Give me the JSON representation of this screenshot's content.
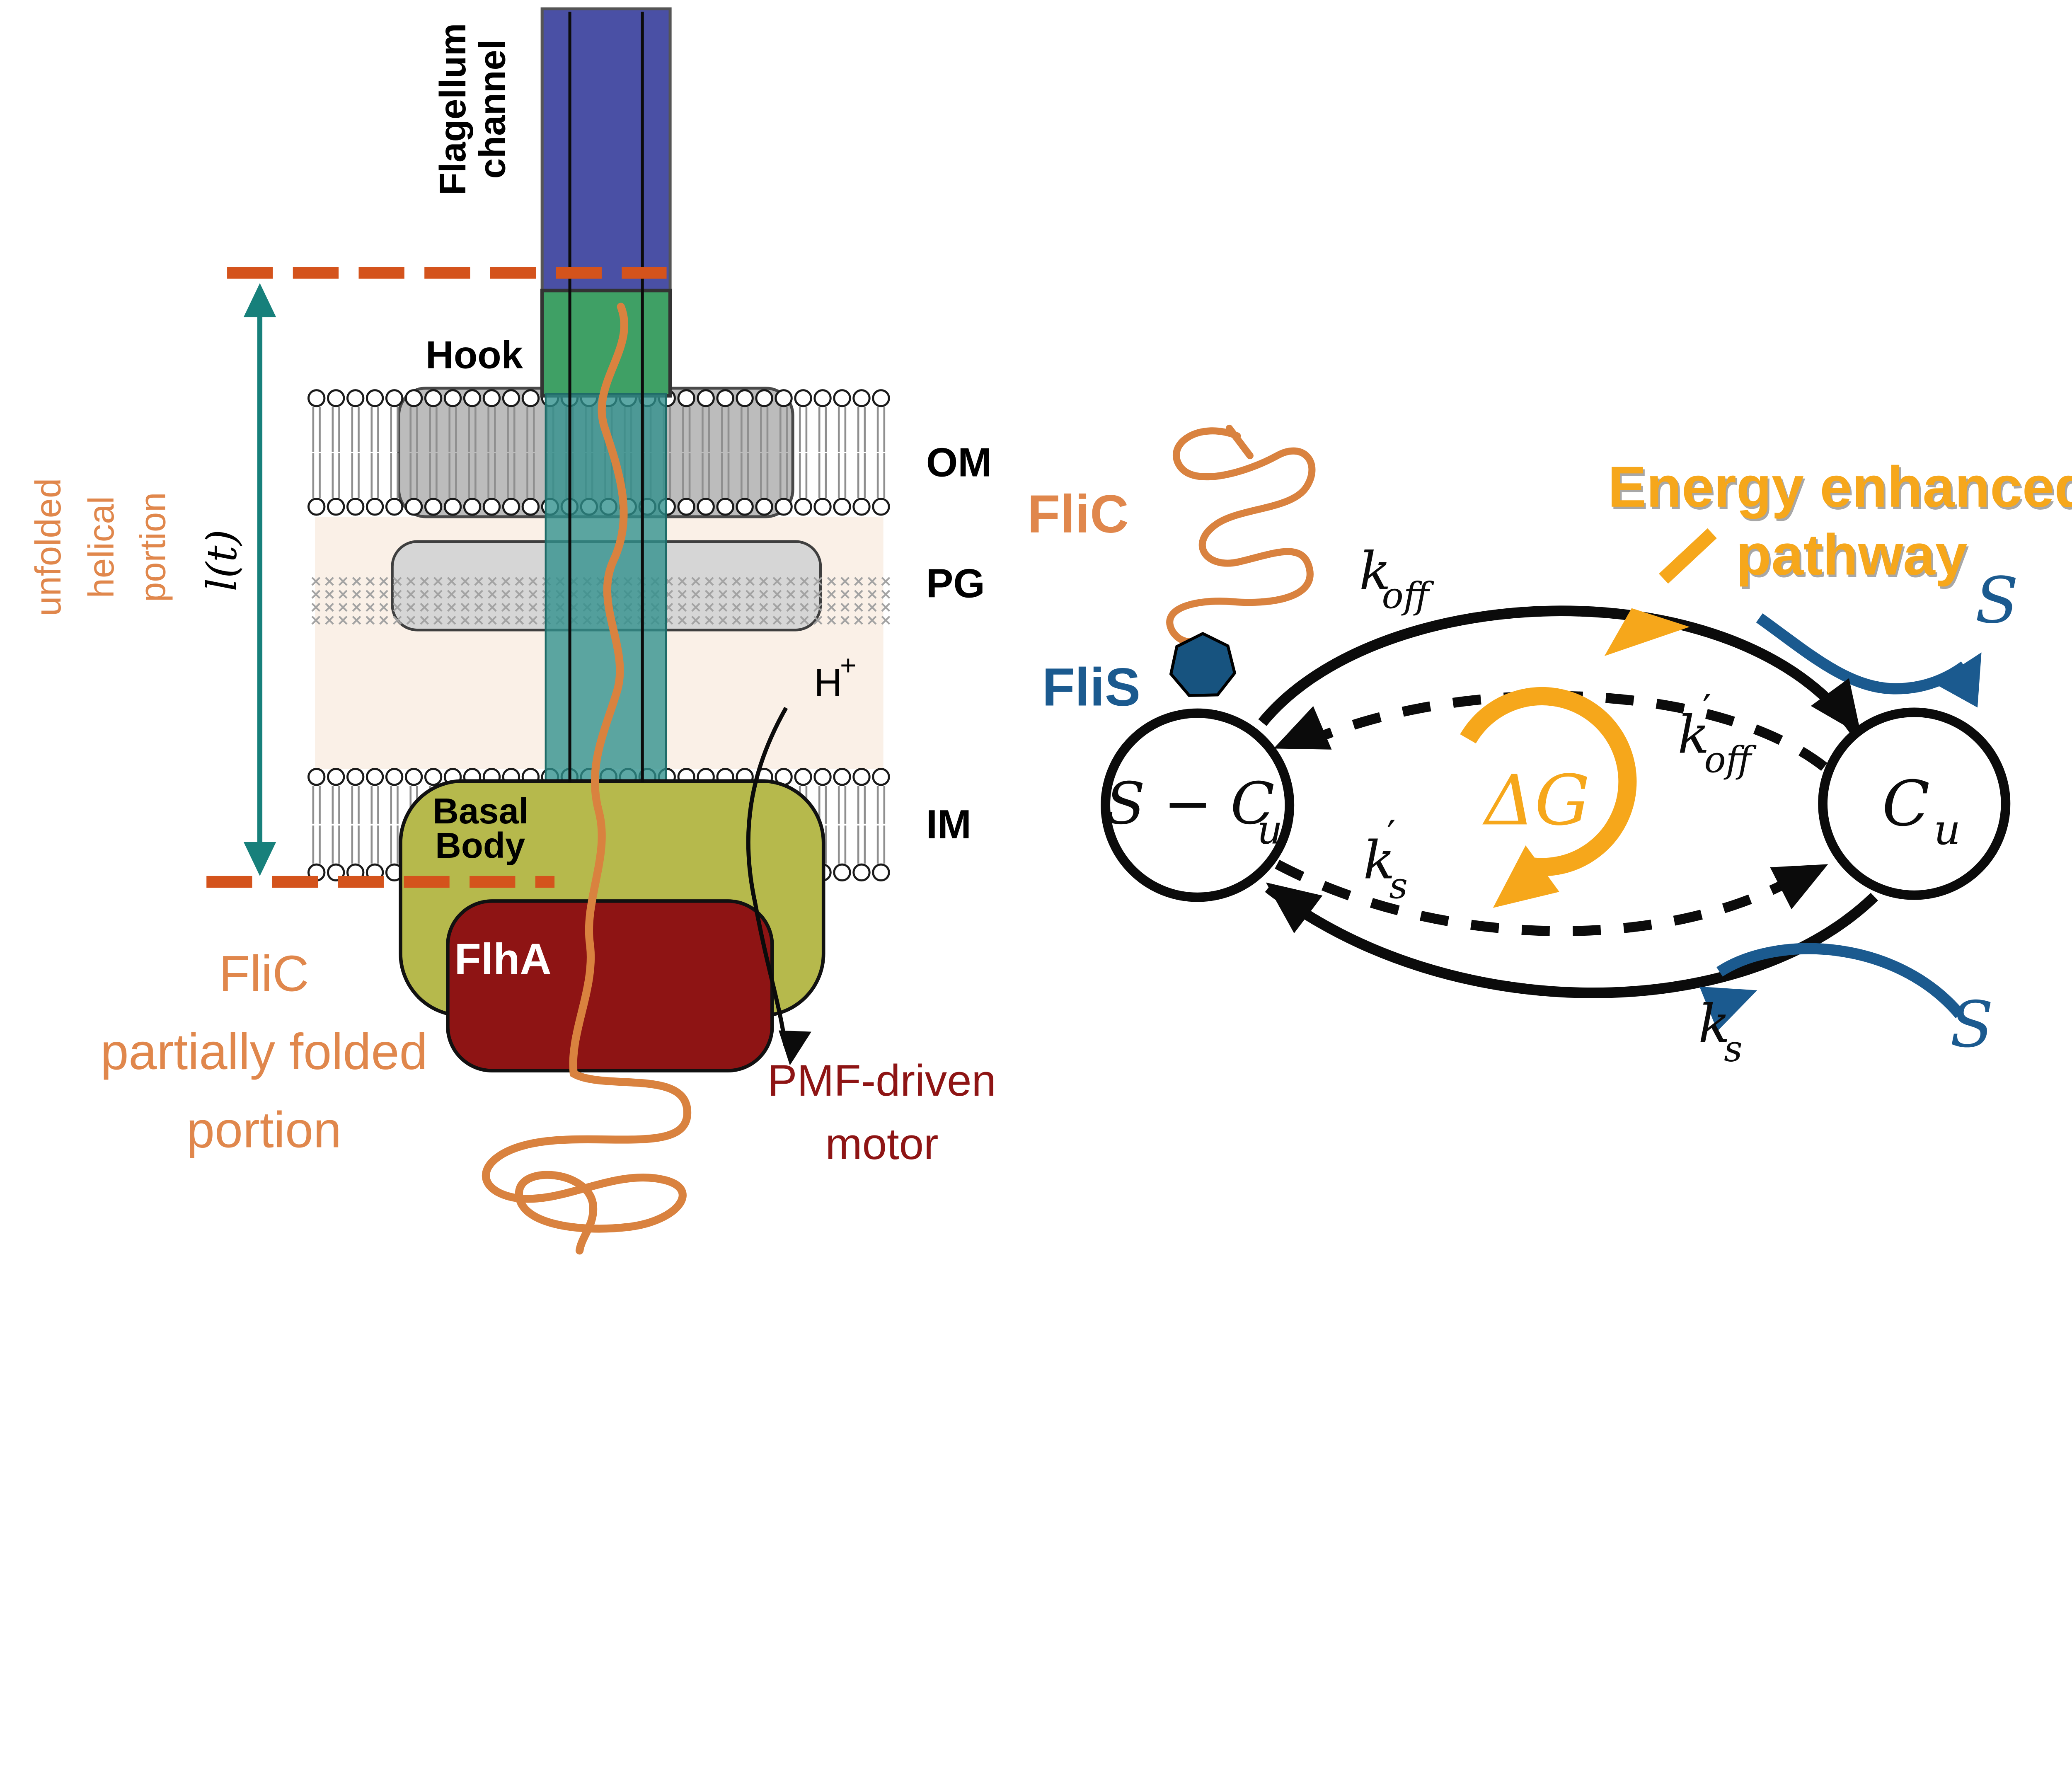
{
  "colors": {
    "orange_label": "#E0874C",
    "orange_thread": "#D9823F",
    "dash_orange": "#D4531C",
    "teal_arrow": "#17807B",
    "tube_blue": "#4A50A5",
    "hook_green": "#3FA065",
    "channel_teal": "#2E8F8C",
    "olive": "#B6B94C",
    "dark_red": "#8E1414",
    "membrane_gray": "#BCBCBC",
    "pg_gray": "#D6D6D6",
    "peach": "#FAF0E7",
    "amber": "#F6A71B",
    "blue": "#1B5A8F",
    "heptagon_blue": "#17537F",
    "black": "#0B0B0B",
    "white": "#FFFFFF"
  },
  "left": {
    "flagellum_channel": [
      "Flagellum",
      "channel"
    ],
    "hook": "Hook",
    "om": "OM",
    "pg": "PG",
    "im": "IM",
    "basal_body": [
      "Basal",
      "Body"
    ],
    "flha": "FlhA",
    "h_ion": {
      "base": "H",
      "sup": "+"
    },
    "pmf": [
      "PMF-driven",
      "motor"
    ],
    "unfolded": [
      "unfolded",
      "helical",
      "portion"
    ],
    "length_label": "l(t)",
    "flic_folded": [
      "FliC",
      "partially folded",
      "portion"
    ]
  },
  "right": {
    "flic": "FliC",
    "flis": "FliS",
    "s_cu": {
      "base": "S − C",
      "sub": "u"
    },
    "cu": {
      "base": "C",
      "sub": "u"
    },
    "k_off": {
      "base": "k",
      "sub": "off"
    },
    "k_off_prime": {
      "base": "k",
      "prime": "′",
      "sub": "off"
    },
    "k_s": {
      "base": "k",
      "sub": "s"
    },
    "k_s_prime": {
      "base": "k",
      "prime": "′",
      "sub": "s"
    },
    "delta_g": "ΔG",
    "energy": [
      "Energy enhanced",
      "pathway"
    ],
    "s_released": "S",
    "s_binding": "S"
  }
}
